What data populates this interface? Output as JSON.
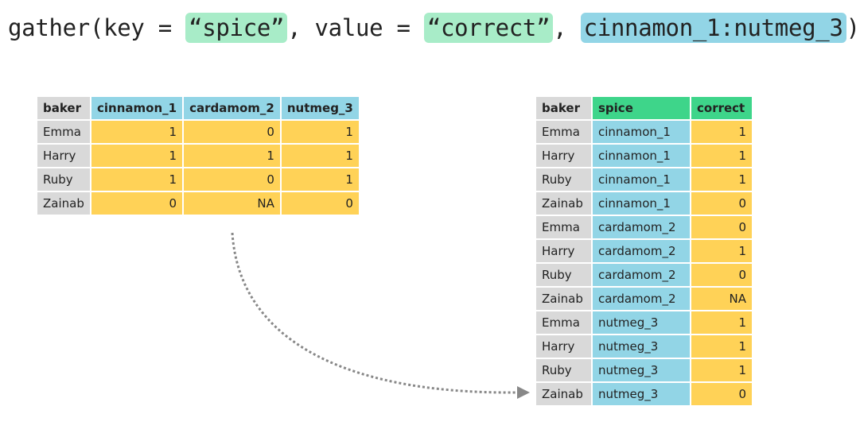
{
  "code": {
    "prefix": "gather(key = ",
    "key_value": "“spice”",
    "sep1": ", value = ",
    "value_value": "“correct”",
    "sep2": ", ",
    "cols": "cinnamon_1:nutmeg_3",
    "suffix": ")"
  },
  "wide_table": {
    "headers": [
      "baker",
      "cinnamon_1",
      "cardamom_2",
      "nutmeg_3"
    ],
    "rows": [
      [
        "Emma",
        "1",
        "0",
        "1"
      ],
      [
        "Harry",
        "1",
        "1",
        "1"
      ],
      [
        "Ruby",
        "1",
        "0",
        "1"
      ],
      [
        "Zainab",
        "0",
        "NA",
        "0"
      ]
    ]
  },
  "long_table": {
    "headers": [
      "baker",
      "spice",
      "correct"
    ],
    "rows": [
      [
        "Emma",
        "cinnamon_1",
        "1"
      ],
      [
        "Harry",
        "cinnamon_1",
        "1"
      ],
      [
        "Ruby",
        "cinnamon_1",
        "1"
      ],
      [
        "Zainab",
        "cinnamon_1",
        "0"
      ],
      [
        "Emma",
        "cardamom_2",
        "0"
      ],
      [
        "Harry",
        "cardamom_2",
        "1"
      ],
      [
        "Ruby",
        "cardamom_2",
        "0"
      ],
      [
        "Zainab",
        "cardamom_2",
        "NA"
      ],
      [
        "Emma",
        "nutmeg_3",
        "1"
      ],
      [
        "Harry",
        "nutmeg_3",
        "1"
      ],
      [
        "Ruby",
        "nutmeg_3",
        "1"
      ],
      [
        "Zainab",
        "nutmeg_3",
        "0"
      ]
    ]
  },
  "colors": {
    "grey": "#d9d9d9",
    "blue": "#92d5e6",
    "green": "#3ed58a",
    "yellow": "#ffd257",
    "light_green": "#a8ecc8",
    "arrow": "#888888"
  }
}
